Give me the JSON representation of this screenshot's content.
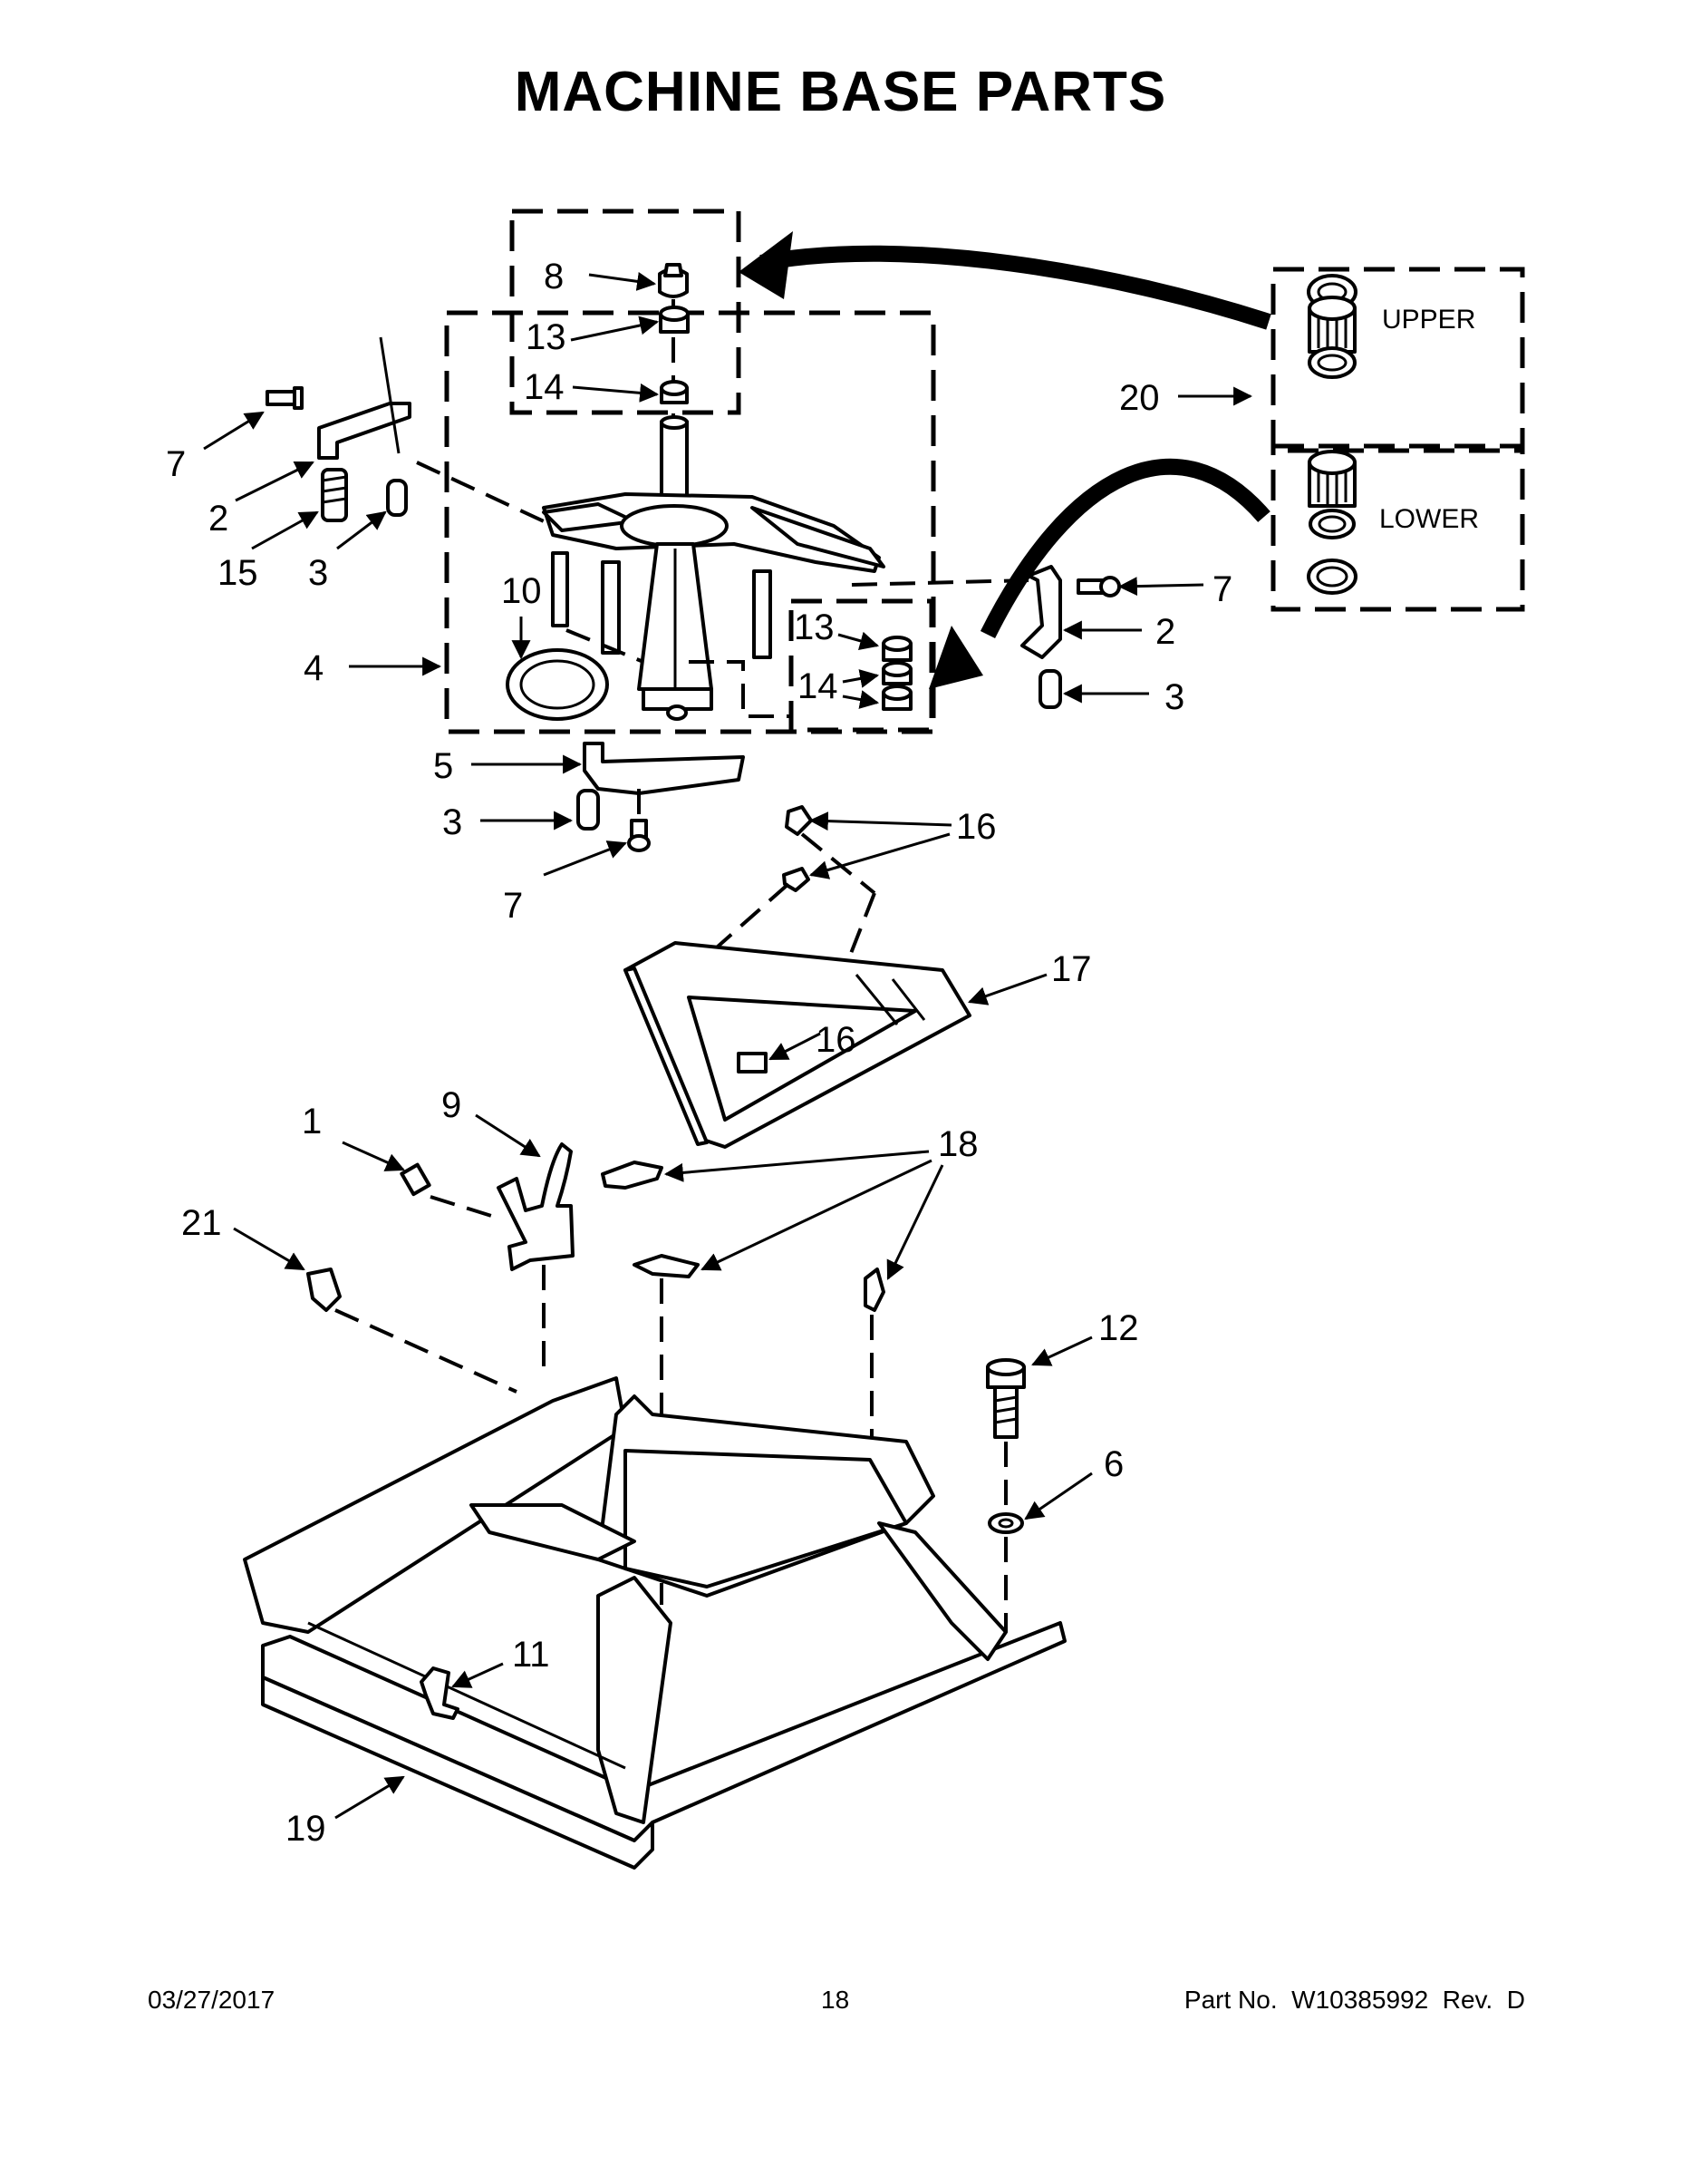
{
  "title": "MACHINE BASE PARTS",
  "callouts": {
    "c1": "1",
    "c2a": "2",
    "c2b": "2",
    "c3a": "3",
    "c3b": "3",
    "c3c": "3",
    "c4": "4",
    "c5": "5",
    "c6": "6",
    "c7a": "7",
    "c7b": "7",
    "c7c": "7",
    "c8": "8",
    "c9": "9",
    "c10": "10",
    "c11": "11",
    "c12": "12",
    "c13a": "13",
    "c13b": "13",
    "c14a": "14",
    "c14b": "14",
    "c15": "15",
    "c16a": "16",
    "c16b": "16",
    "c17": "17",
    "c18": "18",
    "c19": "19",
    "c20": "20",
    "c21": "21"
  },
  "bearing_kit": {
    "upper_label": "UPPER",
    "lower_label": "LOWER"
  },
  "footer": {
    "date": "03/27/2017",
    "page": "18",
    "part_no": "Part No.  W10385992  Rev.  D"
  }
}
